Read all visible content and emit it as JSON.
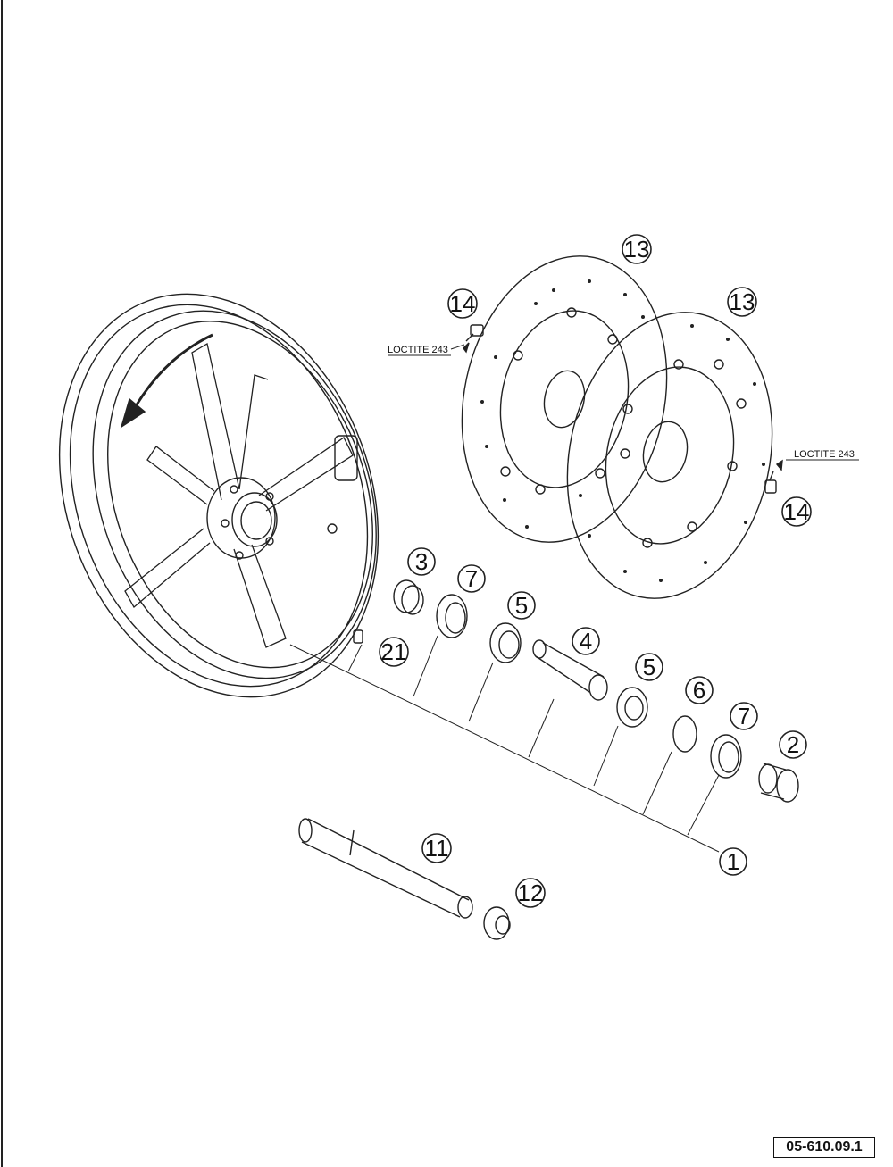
{
  "drawing_number": "05-610.09.1",
  "loctite_labels": [
    "LOCTITE 243",
    "LOCTITE 243"
  ],
  "callouts": {
    "c1": "1",
    "c2": "2",
    "c3": "3",
    "c4": "4",
    "c5a": "5",
    "c5b": "5",
    "c6": "6",
    "c7a": "7",
    "c7b": "7",
    "c11": "11",
    "c12": "12",
    "c13a": "13",
    "c13b": "13",
    "c14a": "14",
    "c14b": "14",
    "c21": "21"
  }
}
